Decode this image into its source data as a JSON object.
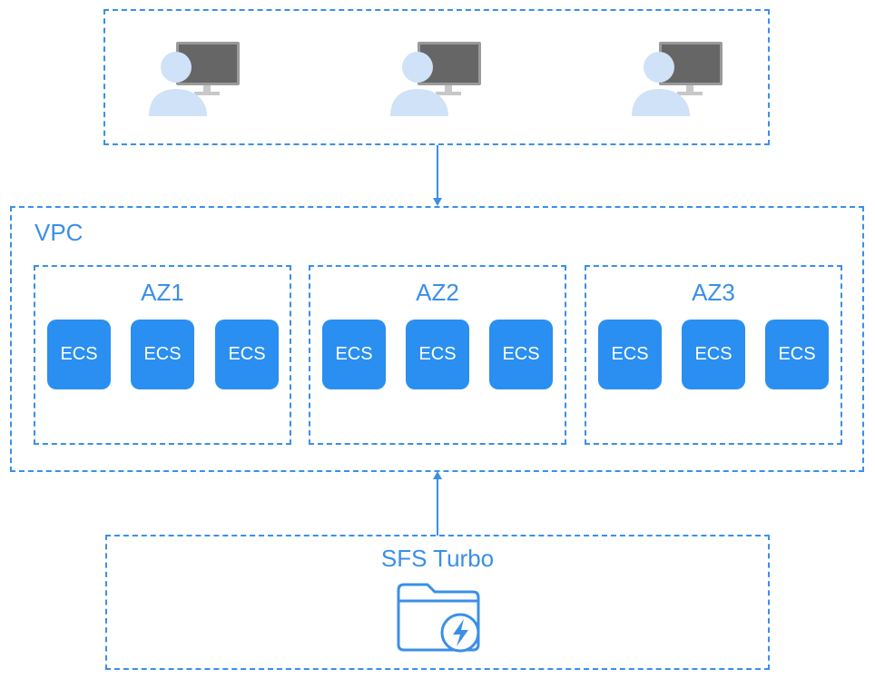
{
  "diagram": {
    "users": [
      {
        "icon": "user-at-monitor-icon"
      },
      {
        "icon": "user-at-monitor-icon"
      },
      {
        "icon": "user-at-monitor-icon"
      }
    ],
    "vpc": {
      "label": "VPC",
      "zones": [
        {
          "label": "AZ1",
          "instances": [
            "ECS",
            "ECS",
            "ECS"
          ]
        },
        {
          "label": "AZ2",
          "instances": [
            "ECS",
            "ECS",
            "ECS"
          ]
        },
        {
          "label": "AZ3",
          "instances": [
            "ECS",
            "ECS",
            "ECS"
          ]
        }
      ]
    },
    "storage": {
      "label": "SFS Turbo",
      "icon": "folder-lightning-icon"
    },
    "colors": {
      "accent": "#3b8fe8",
      "ecs_fill": "#2a8ff0",
      "user_fill": "#cfe2f7",
      "monitor_fill": "#666666"
    }
  }
}
